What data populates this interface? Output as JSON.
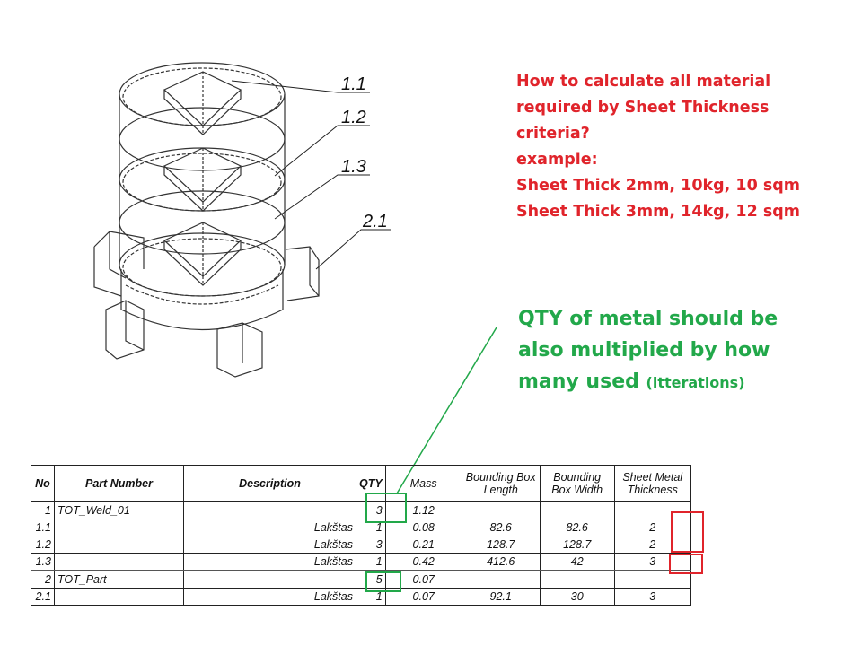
{
  "drawing": {
    "labels": [
      "1.1",
      "1.2",
      "1.3",
      "2.1"
    ]
  },
  "question": {
    "lines": [
      "How to calculate all material",
      "required by Sheet Thickness",
      "criteria?",
      "example:",
      "Sheet Thick 2mm, 10kg, 10 sqm",
      "Sheet Thick 3mm, 14kg, 12 sqm"
    ]
  },
  "note": {
    "lines": [
      "QTY of metal should be",
      "also multiplied by how",
      "many used"
    ],
    "aside": "(itterations)"
  },
  "colors": {
    "red": "#e0242b",
    "green": "#22a84a"
  },
  "table": {
    "headers": [
      "No",
      "Part Number",
      "Description",
      "QTY",
      "Mass",
      "Bounding Box Length",
      "Bounding Box Width",
      "Sheet Metal Thickness"
    ],
    "rows": [
      [
        "1",
        "TOT_Weld_01",
        "",
        "3",
        "1.12",
        "",
        "",
        ""
      ],
      [
        "1.1",
        "",
        "Lakštas",
        "1",
        "0.08",
        "82.6",
        "82.6",
        "2"
      ],
      [
        "1.2",
        "",
        "Lakštas",
        "3",
        "0.21",
        "128.7",
        "128.7",
        "2"
      ],
      [
        "1.3",
        "",
        "Lakštas",
        "1",
        "0.42",
        "412.6",
        "42",
        "3"
      ],
      [
        "2",
        "TOT_Part",
        "",
        "5",
        "0.07",
        "",
        "",
        ""
      ],
      [
        "2.1",
        "",
        "Lakštas",
        "1",
        "0.07",
        "92.1",
        "30",
        "3"
      ]
    ]
  }
}
